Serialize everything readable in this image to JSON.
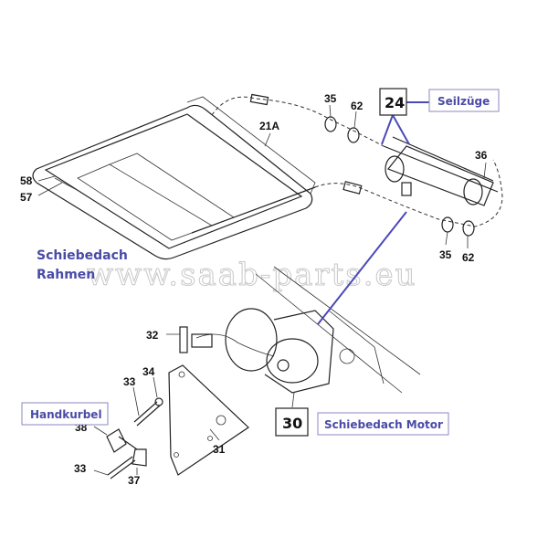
{
  "part_numbers": {
    "frame": "21A",
    "clip_top": "35",
    "cap_top": "62",
    "cables": "24",
    "screw_36": "36",
    "p58": "58",
    "p57": "57",
    "clip_bottom": "35",
    "cap_bottom": "62",
    "bolt_32": "32",
    "washer_34": "34",
    "bolt_33a": "33",
    "bolt_33b": "33",
    "p38": "38",
    "p37": "37",
    "bracket_31": "31",
    "motor": "30"
  },
  "callouts": {
    "cables": "Seilzüge",
    "frame_line1": "Schiebedach",
    "frame_line2": "Rahmen",
    "crank": "Handkurbel",
    "motor": "Schiebedach Motor"
  },
  "watermark": "www.saab-parts.eu",
  "colors": {
    "callout": "#4a4aa8",
    "arrow": "#4a4ab8"
  }
}
